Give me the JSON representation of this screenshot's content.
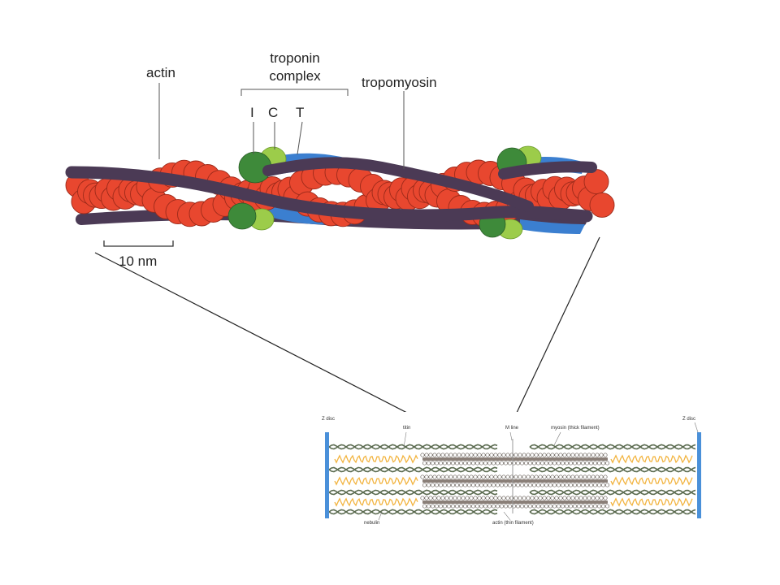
{
  "labels": {
    "actin": "actin",
    "troponin_line1": "troponin",
    "troponin_line2": "complex",
    "tropomyosin": "tropomyosin",
    "sub_i": "I",
    "sub_c": "C",
    "sub_t": "T",
    "scale_bar": "10 nm"
  },
  "sarcomere_labels": {
    "z_disc_left": "Z disc",
    "titin": "titin",
    "m_line": "M line",
    "myosin": "myosin (thick filament)",
    "z_disc_right": "Z disc",
    "nebulin": "nebulin",
    "actin": "actin (thin filament)"
  },
  "colors": {
    "actin": "#e8472f",
    "actin_edge": "#9c2a1a",
    "tropomyosin": "#4b3a55",
    "troponin_t": "#3b7fd0",
    "troponin_i": "#3e8a3a",
    "troponin_c": "#9ccc4a",
    "z_disc": "#4a90d9",
    "titin": "#f2b440",
    "thin_filament": "#5b6b50",
    "thick_filament": "#8a7f78"
  }
}
